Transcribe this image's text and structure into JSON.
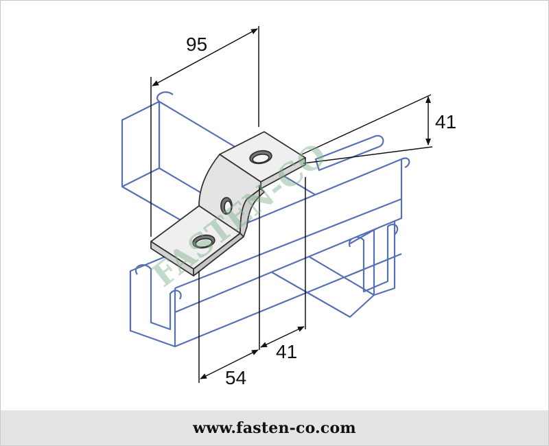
{
  "drawing": {
    "dimensions": {
      "top_width": "95",
      "height": "41",
      "bottom_right": "41",
      "bottom_left": "54"
    },
    "watermark": "FASTEN-CO"
  },
  "footer": {
    "url": "www.fasten-co.com"
  },
  "colors": {
    "channel_outline": "#5570b4",
    "bracket_fill": "#ececec",
    "dimension_line": "#111111",
    "footer_bg": "#e4e4e4"
  }
}
